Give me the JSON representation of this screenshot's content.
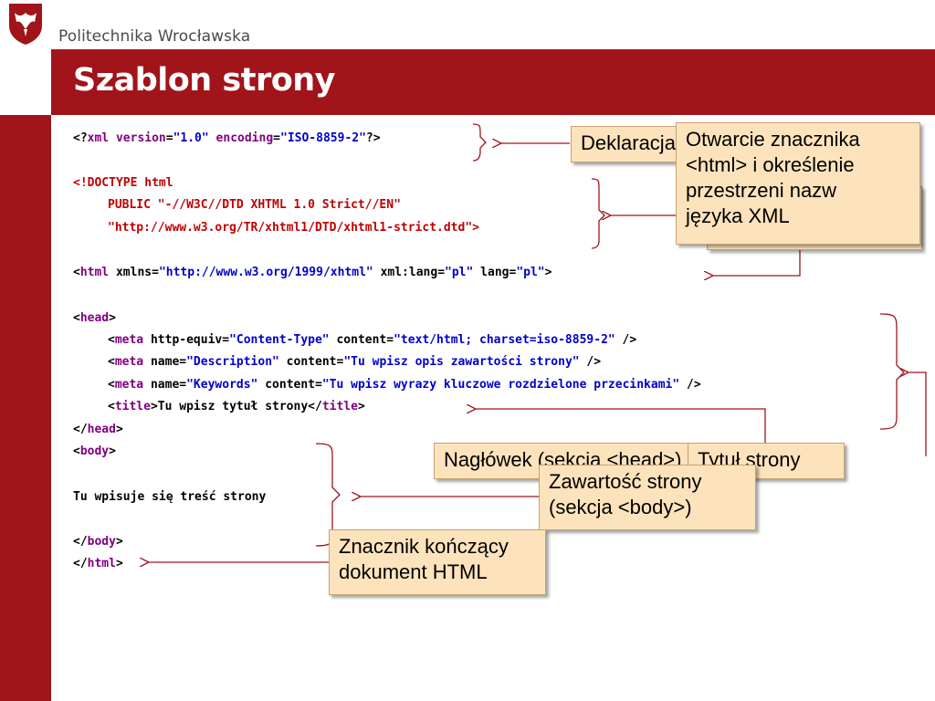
{
  "header": {
    "university": "Politechnika Wrocławska",
    "title": "Szablon strony"
  },
  "colors": {
    "brand": "#a0141a",
    "callout_bg": "#fde3bc",
    "tag": "#800080",
    "string": "#0000cc",
    "doctype": "#c00000"
  },
  "code": {
    "l1": {
      "open": "<?",
      "kw": "xml version",
      "eq1": "=",
      "v1": "\"1.0\"",
      "sp": " ",
      "kw2": "encoding",
      "eq2": "=",
      "v2": "\"ISO-8859-2\"",
      "close": "?>"
    },
    "doctype1": "<!DOCTYPE html",
    "doctype2": "PUBLIC \"-//W3C//DTD XHTML 1.0 Strict//EN\"",
    "doctype3": "\"http://www.w3.org/TR/xhtml1/DTD/xhtml1-strict.dtd\">",
    "html_open": {
      "lt": "<",
      "tag": "html",
      "a1": " xmlns=",
      "v1": "\"http://www.w3.org/1999/xhtml\"",
      "a2": " xml:lang=",
      "v2": "\"pl\"",
      "a3": " lang=",
      "v3": "\"pl\"",
      "gt": ">"
    },
    "head_open": {
      "lt": "<",
      "tag": "head",
      "gt": ">"
    },
    "meta1": {
      "lt": "<",
      "tag": "meta",
      "a1": " http-equiv=",
      "v1": "\"Content-Type\"",
      "a2": " content=",
      "v2": "\"text/html; charset=iso-8859-2\"",
      "end": " />"
    },
    "meta2": {
      "lt": "<",
      "tag": "meta",
      "a1": " name=",
      "v1": "\"Description\"",
      "a2": " content=",
      "v2": "\"Tu wpisz opis zawartości strony\"",
      "end": " />"
    },
    "meta3": {
      "lt": "<",
      "tag": "meta",
      "a1": " name=",
      "v1": "\"Keywords\"",
      "a2": " content=",
      "v2": "\"Tu wpisz wyrazy kluczowe rozdzielone przecinkami\"",
      "end": " />"
    },
    "title_line": {
      "lt": "<",
      "tag": "title",
      "gt": ">",
      "text": "Tu wpisz tytuł strony",
      "lt2": "</",
      "tag2": "title",
      "gt2": ">"
    },
    "head_close": {
      "lt": "</",
      "tag": "head",
      "gt": ">"
    },
    "body_open": {
      "lt": "<",
      "tag": "body",
      "gt": ">"
    },
    "content": "Tu wpisuje się treść strony",
    "body_close": {
      "lt": "</",
      "tag": "body",
      "gt": ">"
    },
    "html_close": {
      "lt": "</",
      "tag": "html",
      "gt": ">"
    }
  },
  "callouts": {
    "declaration": "Deklaracja XML",
    "html_open": [
      "Otwarcie znacznika",
      "<html> i określenie",
      "przestrzeni nazw",
      "języka XML"
    ],
    "header_section": "Nagłówek (sekcja <head>)",
    "page_title": "Tytuł strony",
    "content": [
      "Zawartość strony",
      "(sekcja <body>)"
    ],
    "closing": [
      "Znacznik kończący",
      "dokument HTML"
    ]
  }
}
